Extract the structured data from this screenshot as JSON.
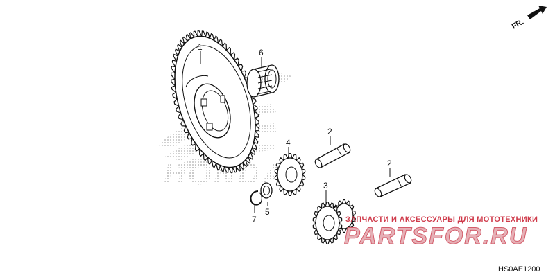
{
  "diagram": {
    "parts": [
      {
        "callout": "1",
        "name": "starter driven gear"
      },
      {
        "callout": "6",
        "name": "needle bearing"
      },
      {
        "callout": "4",
        "name": "reduction gear"
      },
      {
        "callout": "2",
        "name": "gear shaft (upper)"
      },
      {
        "callout": "2",
        "name": "gear shaft (lower)"
      },
      {
        "callout": "3",
        "name": "idle gear"
      },
      {
        "callout": "5",
        "name": "washer"
      },
      {
        "callout": "7",
        "name": "snap ring"
      }
    ],
    "direction_label": "FR.",
    "diagram_code": "HS0AE1200"
  },
  "watermark": {
    "brand_text": "HONDA",
    "store_tagline": "ЗАПЧАСТИ И АКСЕССУАРЫ ДЛЯ МОТОТЕХНИКИ",
    "store_name": "PARTSFOR.RU"
  },
  "colors": {
    "line": "#111111",
    "watermark_red": "#cf3a4a",
    "watermark_pink": "#e6b0b6",
    "brand_dots": "#b9b9b9"
  }
}
